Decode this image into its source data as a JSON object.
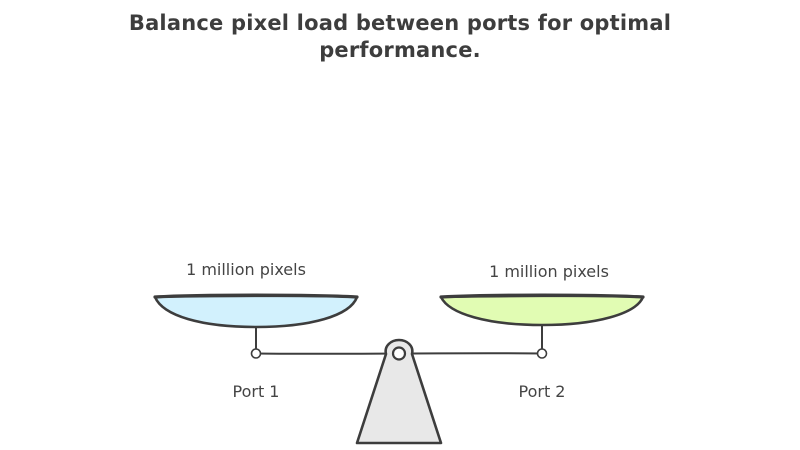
{
  "title": "Balance pixel load between ports for optimal performance.",
  "left_pan": {
    "load_label": "1 million pixels",
    "port_label": "Port 1",
    "color": "#d2f1fd"
  },
  "right_pan": {
    "load_label": "1 million pixels",
    "port_label": "Port 2",
    "color": "#e1fcb3"
  },
  "colors": {
    "ink": "#3d3d3d",
    "base_fill": "#e8e8e8"
  }
}
